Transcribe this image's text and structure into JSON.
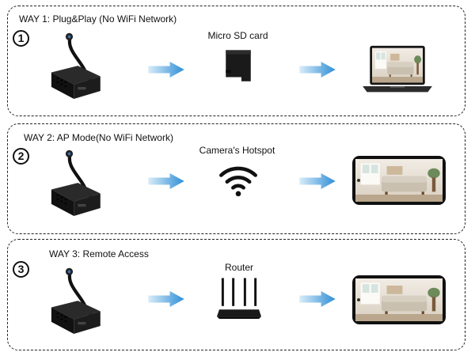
{
  "ways": [
    {
      "number": "1",
      "title": "WAY 1: Plug&Play (No WiFi Network)",
      "medium_label": "Micro SD card",
      "medium_icon": "sd-card-icon",
      "output_icon": "laptop-icon"
    },
    {
      "number": "2",
      "title": "WAY 2: AP Mode(No WiFi Network)",
      "medium_label": "Camera's Hotspot",
      "medium_icon": "wifi-icon",
      "output_icon": "phone-icon"
    },
    {
      "number": "3",
      "title": "WAY 3: Remote Access",
      "medium_label": "Router",
      "medium_icon": "router-icon",
      "output_icon": "phone-icon"
    }
  ],
  "colors": {
    "arrow": "#4aa3df",
    "device": "#1b1b1b",
    "border": "#222222"
  }
}
